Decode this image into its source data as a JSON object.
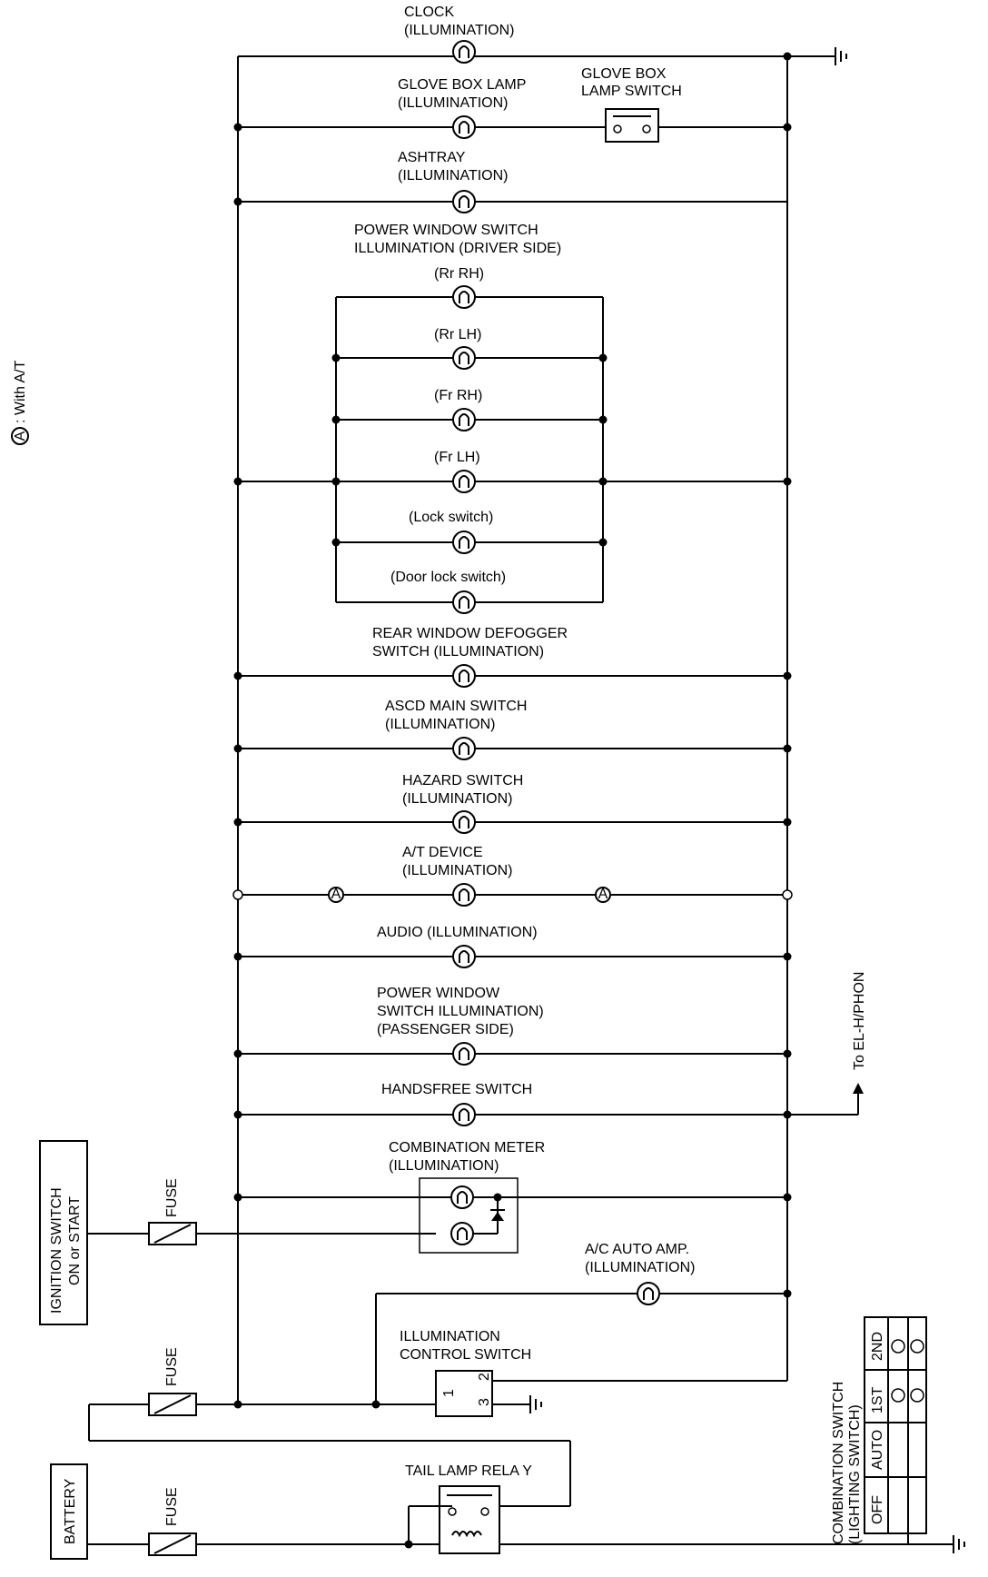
{
  "legend": {
    "symbol": "A",
    "text": ": With A/T"
  },
  "components": {
    "clock": [
      "CLOCK",
      "(ILLUMINATION)"
    ],
    "glove_box_lamp": [
      "GLOVE BOX LAMP",
      "(ILLUMINATION)"
    ],
    "glove_box_lamp_switch": [
      "GLOVE BOX",
      "LAMP SWITCH"
    ],
    "ashtray": [
      "ASHTRAY",
      "(ILLUMINATION)"
    ],
    "power_window_driver": [
      "POWER WINDOW SWITCH",
      "ILLUMINATION (DRIVER SIDE)"
    ],
    "rr_rh": "(Rr RH)",
    "rr_lh": "(Rr LH)",
    "fr_rh": "(Fr RH)",
    "fr_lh": "(Fr LH)",
    "lock_switch": "(Lock switch)",
    "door_lock_switch": "(Door lock switch)",
    "rear_defogger": [
      "REAR WINDOW DEFOGGER",
      "SWITCH (ILLUMINATION)"
    ],
    "ascd": [
      "ASCD MAIN SWITCH",
      "(ILLUMINATION)"
    ],
    "hazard": [
      "HAZARD SWITCH",
      "(ILLUMINATION)"
    ],
    "at_device": [
      "A/T DEVICE",
      "(ILLUMINATION)"
    ],
    "audio": "AUDIO (ILLUMINATION)",
    "power_window_passenger": [
      "POWER WINDOW",
      "SWITCH ILLUMINATION)",
      "(PASSENGER SIDE)"
    ],
    "handsfree": "HANDSFREE SWITCH",
    "to_el": "To EL-H/PHON",
    "combination_meter": [
      "COMBINATION METER",
      "(ILLUMINATION)"
    ],
    "ac_auto_amp": [
      "A/C AUTO AMP.",
      "(ILLUMINATION)"
    ],
    "illumination_control": [
      "ILLUMINATION",
      "CONTROL SWITCH"
    ],
    "ic_pins": [
      "1",
      "2",
      "3"
    ],
    "tail_lamp_relay": "TAIL LAMP RELA Y",
    "ignition_switch": [
      "IGNITION SWITCH",
      "ON or START"
    ],
    "battery": "BATTERY",
    "fuse": "FUSE",
    "combination_switch": [
      "COMBINATION SWITCH",
      "(LIGHTING SWITCH)"
    ],
    "switch_positions": [
      "OFF",
      "AUTO",
      "1ST",
      "2ND"
    ]
  }
}
